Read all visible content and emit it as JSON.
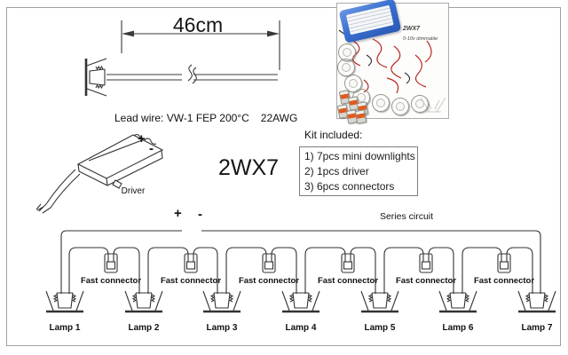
{
  "dimension": {
    "length_label": "46cm"
  },
  "lead_wire": {
    "prefix": "Lead wire: VW-1 FEP 200°C",
    "gauge": "22AWG"
  },
  "model_label": "2WX7",
  "driver": {
    "label": "Driver",
    "plus": "+",
    "minus": "-"
  },
  "kit": {
    "heading": "Kit included:",
    "items": [
      "1) 7pcs mini downlights",
      "2) 1pcs driver",
      "3) 6pcs connectors"
    ]
  },
  "photo": {
    "model": "2WX7",
    "subtitle": "0-10v dimmable"
  },
  "circuit": {
    "plus": "+",
    "minus": "-",
    "title": "Series circuit",
    "connector_label": "Fast connector",
    "lamps": [
      "Lamp 1",
      "Lamp 2",
      "Lamp 3",
      "Lamp 4",
      "Lamp 5",
      "Lamp 6",
      "Lamp 7"
    ]
  },
  "colors": {
    "line": "#333333",
    "page_border": "#a0a0a0",
    "driver_blue": "#3a6fd0",
    "wire_red": "#b8271f",
    "connector_orange": "#e05a20"
  }
}
